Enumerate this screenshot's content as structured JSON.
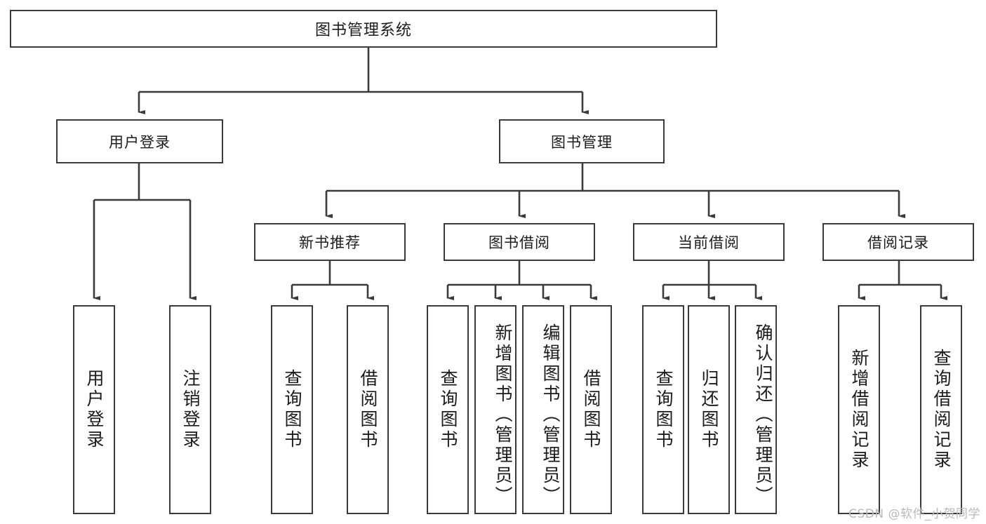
{
  "diagram": {
    "title": "图书管理系统",
    "watermark": "CSDN @软件_小贺同学",
    "colors": {
      "stroke": "#3a3a3a",
      "fill": "#ffffff",
      "text": "#1b1b1b",
      "watermark": "#b9b9b9"
    },
    "levels": {
      "root": {
        "label": "图书管理系统"
      },
      "level2": [
        {
          "label": "用户登录"
        },
        {
          "label": "图书管理"
        }
      ],
      "level3": [
        {
          "label": "新书推荐"
        },
        {
          "label": "图书借阅"
        },
        {
          "label": "当前借阅"
        },
        {
          "label": "借阅记录"
        }
      ],
      "leaves": {
        "user_login": [
          {
            "label": "用户登录"
          },
          {
            "label": "注销登录"
          }
        ],
        "new_book_recommend": [
          {
            "label": "查询图书"
          },
          {
            "label": "借阅图书"
          }
        ],
        "book_borrow": [
          {
            "label": "查询图书"
          },
          {
            "label": "新增图书（管理员）"
          },
          {
            "label": "编辑图书（管理员）"
          },
          {
            "label": "借阅图书"
          }
        ],
        "current_borrow": [
          {
            "label": "查询图书"
          },
          {
            "label": "归还图书"
          },
          {
            "label": "确认归还（管理员）"
          }
        ],
        "borrow_record": [
          {
            "label": "新增借阅记录"
          },
          {
            "label": "查询借阅记录"
          }
        ]
      }
    }
  }
}
